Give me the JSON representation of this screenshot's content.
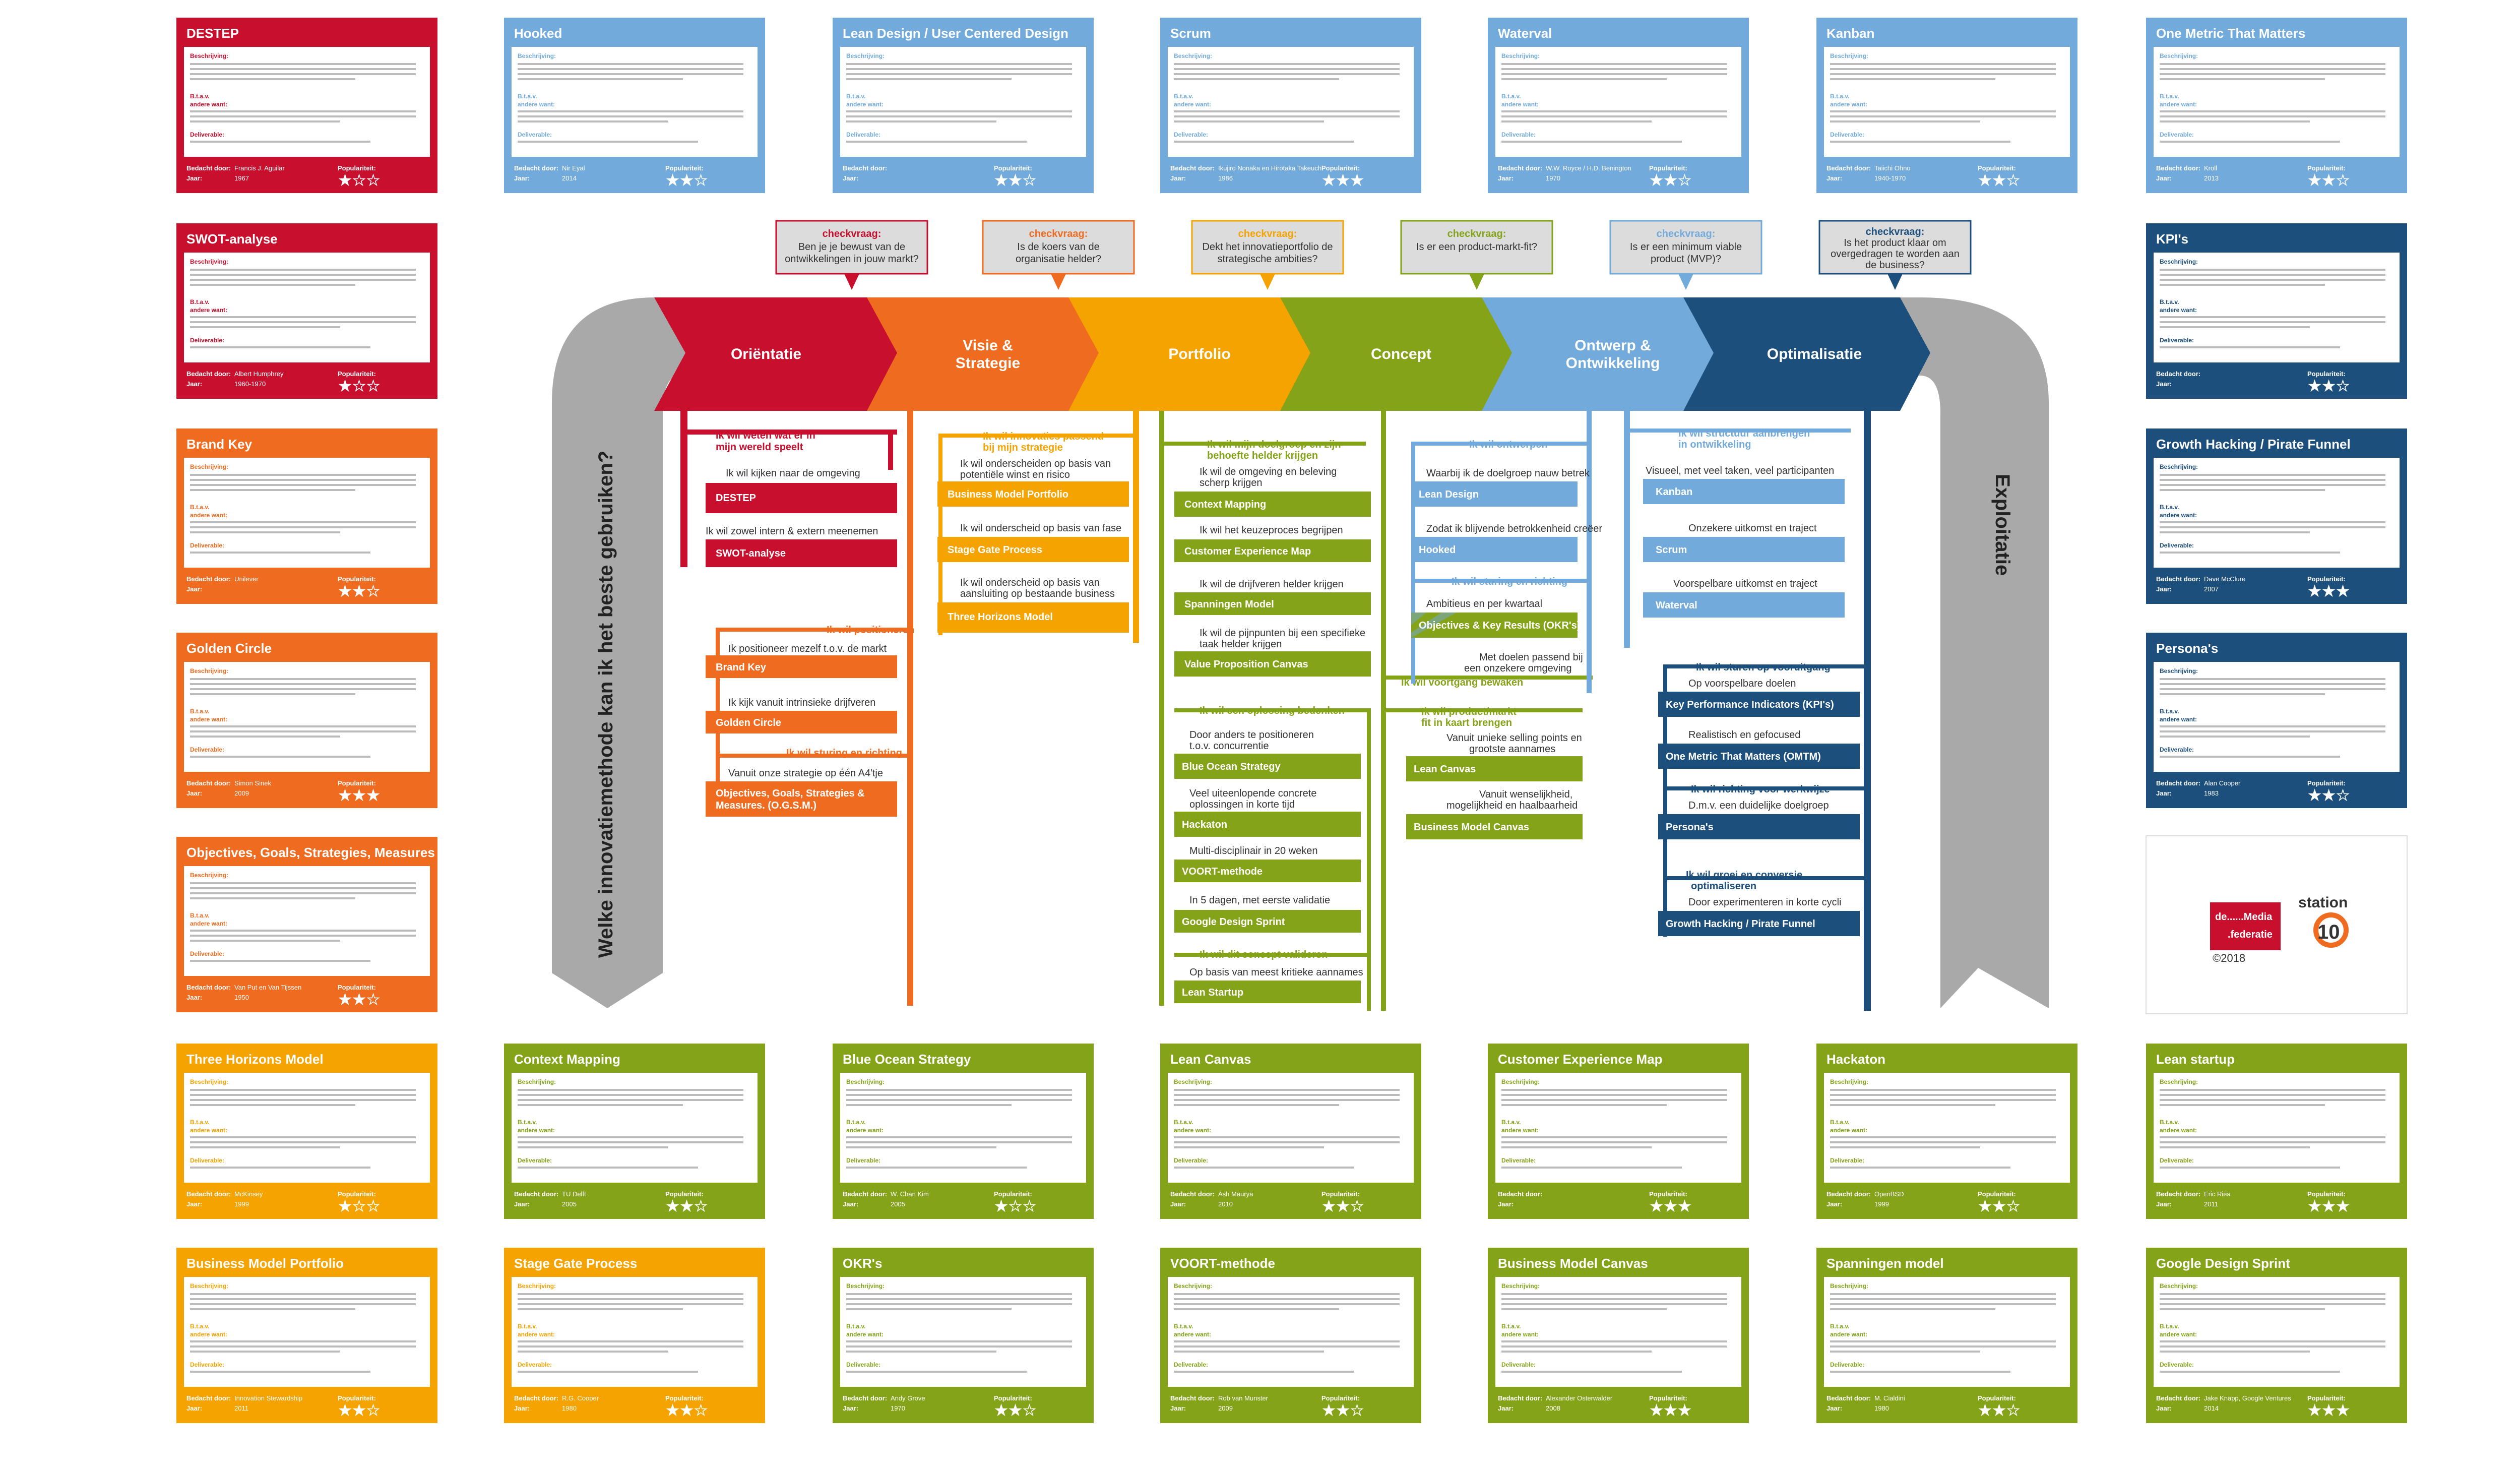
{
  "colors": {
    "red": "#c8102e",
    "orange": "#ef6b1f",
    "amber": "#f5a300",
    "lime": "#84a318",
    "lightblue": "#72aadb",
    "navy": "#1d4f7c",
    "gray": "#a9a9a9",
    "checkgray": "#dcdcdc"
  },
  "labels": {
    "beschrijving": "Beschrijving:",
    "bta": "B.t.a.v.",
    "andere_want": "andere want:",
    "deliverable": "Deliverable:",
    "bedacht_door": "Bedacht door:",
    "jaar": "Jaar:",
    "populariteit": "Populariteit:"
  },
  "cards": [
    {
      "id": "destep",
      "title": "DESTEP",
      "color": "red",
      "stars": 1,
      "author": "Francis J. Aguilar",
      "year": "1967"
    },
    {
      "id": "swot",
      "title": "SWOT-analyse",
      "color": "red",
      "stars": 1,
      "author": "Albert Humphrey",
      "year": "1960-1970"
    },
    {
      "id": "brandkey",
      "title": "Brand Key",
      "color": "orange",
      "stars": 2,
      "author": "Unilever",
      "year": ""
    },
    {
      "id": "goldencircle",
      "title": "Golden Circle",
      "color": "orange",
      "stars": 3,
      "author": "Simon Sinek",
      "year": "2009"
    },
    {
      "id": "ogsm",
      "title": "Objectives, Goals, Strategies, Measures",
      "color": "orange",
      "stars": 2,
      "author": "Van Put en Van Tijssen",
      "year": "1950"
    },
    {
      "id": "threehorizons",
      "title": "Three Horizons Model",
      "color": "amber",
      "stars": 1,
      "author": "McKinsey",
      "year": "1999"
    },
    {
      "id": "bmportfolio",
      "title": "Business Model Portfolio",
      "color": "amber",
      "stars": 2,
      "author": "Innovation Stewardship",
      "year": "2011"
    },
    {
      "id": "hooked",
      "title": "Hooked",
      "color": "lightblue",
      "stars": 2,
      "author": "Nir Eyal",
      "year": "2014"
    },
    {
      "id": "contextmapping",
      "title": "Context Mapping",
      "color": "lime",
      "stars": 2,
      "author": "TU Delft",
      "year": "2005"
    },
    {
      "id": "stagegate",
      "title": "Stage Gate Process",
      "color": "amber",
      "stars": 2,
      "author": "R.G. Cooper",
      "year": "1980"
    },
    {
      "id": "leandesign",
      "title": "Lean Design / User Centered Design",
      "color": "lightblue",
      "stars": 2,
      "author": "",
      "year": ""
    },
    {
      "id": "blueocean",
      "title": "Blue Ocean Strategy",
      "color": "lime",
      "stars": 1,
      "author": "W. Chan Kim",
      "year": "2005"
    },
    {
      "id": "okr",
      "title": "OKR's",
      "color": "lime",
      "stars": 2,
      "author": "Andy Grove",
      "year": "1970"
    },
    {
      "id": "scrum",
      "title": "Scrum",
      "color": "lightblue",
      "stars": 3,
      "author": "Ikujiro Nonaka en Hirotaka Takeuchi",
      "year": "1986"
    },
    {
      "id": "leancanvas",
      "title": "Lean Canvas",
      "color": "lime",
      "stars": 2,
      "author": "Ash Maurya",
      "year": "2010"
    },
    {
      "id": "voort",
      "title": "VOORT-methode",
      "color": "lime",
      "stars": 2,
      "author": "Rob van Munster",
      "year": "2009"
    },
    {
      "id": "waterval",
      "title": "Waterval",
      "color": "lightblue",
      "stars": 2,
      "author": "W.W. Royce / H.D. Benington",
      "year": "1970"
    },
    {
      "id": "cem",
      "title": "Customer Experience Map",
      "color": "lime",
      "stars": 3,
      "author": "",
      "year": ""
    },
    {
      "id": "bmcanvas",
      "title": "Business Model Canvas",
      "color": "lime",
      "stars": 3,
      "author": "Alexander Osterwalder",
      "year": "2008"
    },
    {
      "id": "kanban",
      "title": "Kanban",
      "color": "lightblue",
      "stars": 2,
      "author": "Taiichi Ohno",
      "year": "1940-1970"
    },
    {
      "id": "hackaton",
      "title": "Hackaton",
      "color": "lime",
      "stars": 2,
      "author": "OpenBSD",
      "year": "1999"
    },
    {
      "id": "spanningen",
      "title": "Spanningen model",
      "color": "lime",
      "stars": 2,
      "author": "M. Cialdini",
      "year": "1980"
    },
    {
      "id": "omtm",
      "title": "One Metric That Matters",
      "color": "lightblue",
      "stars": 2,
      "author": "Kroll",
      "year": "2013"
    },
    {
      "id": "kpis",
      "title": "KPI's",
      "color": "navy",
      "stars": 2,
      "author": "",
      "year": ""
    },
    {
      "id": "growthhacking",
      "title": "Growth Hacking / Pirate Funnel",
      "color": "navy",
      "stars": 3,
      "author": "Dave McClure",
      "year": "2007"
    },
    {
      "id": "personas",
      "title": "Persona's",
      "color": "navy",
      "stars": 2,
      "author": "Alan Cooper",
      "year": "1983"
    },
    {
      "id": "leanstartup",
      "title": "Lean startup",
      "color": "lime",
      "stars": 3,
      "author": "Eric Ries",
      "year": "2011"
    },
    {
      "id": "googlesprint",
      "title": "Google Design Sprint",
      "color": "lime",
      "stars": 3,
      "author": "Jake Knapp, Google Ventures",
      "year": "2014"
    }
  ],
  "checkvragen": {
    "label": "checkvraag:",
    "items": [
      {
        "id": "cv1",
        "color": "red",
        "line1": "Ben je je bewust van de",
        "line2": "ontwikkelingen in jouw markt?"
      },
      {
        "id": "cv2",
        "color": "orange",
        "line1": "Is de koers van de",
        "line2": "organisatie helder?"
      },
      {
        "id": "cv3",
        "color": "amber",
        "line1": "Dekt het innovatieportfolio de",
        "line2": "strategische ambities?"
      },
      {
        "id": "cv4",
        "color": "lime",
        "line1": "Is er een product-markt-fit?",
        "line2": ""
      },
      {
        "id": "cv5",
        "color": "lightblue",
        "line1": "Is er een minimum viable",
        "line2": "product (MVP)?"
      },
      {
        "id": "cv6",
        "color": "navy",
        "line1": "Is het product klaar om",
        "line2": "overgedragen te worden aan",
        "line3": "de business?"
      }
    ]
  },
  "phases": [
    {
      "id": "orientatie",
      "line1": "Oriëntatie",
      "line2": "",
      "color": "red"
    },
    {
      "id": "visie",
      "line1": "Visie &",
      "line2": "Strategie",
      "color": "orange"
    },
    {
      "id": "portfolio",
      "line1": "Portfolio",
      "line2": "",
      "color": "amber"
    },
    {
      "id": "concept",
      "line1": "Concept",
      "line2": "",
      "color": "lime"
    },
    {
      "id": "ontwerp",
      "line1": "Ontwerp &",
      "line2": "Ontwikkeling",
      "color": "lightblue"
    },
    {
      "id": "optimalisatie",
      "line1": "Optimalisatie",
      "line2": "",
      "color": "navy"
    }
  ],
  "side_labels": {
    "left": "Welke innovatiemethode kan ik het beste gebruiken?",
    "right": "Exploitatie"
  },
  "flow": {
    "red": {
      "heading1": "Ik wil weten wat er in",
      "heading2": "mijn wereld speelt",
      "q1": "Ik wil kijken naar de omgeving",
      "b1": "DESTEP",
      "q2": "Ik wil zowel intern & extern meenemen",
      "b2": "SWOT-analyse"
    },
    "orange": {
      "heading1": "Ik wil positioneren",
      "q1": "Ik positioneer mezelf t.o.v. de markt",
      "b1": "Brand Key",
      "q2": "Ik kijk vanuit intrinsieke drijfveren",
      "b2": "Golden Circle",
      "heading2": "Ik wil sturing en richting",
      "q3": "Vanuit onze strategie op één A4'tje",
      "b3a": "Objectives, Goals, Strategies &",
      "b3b": "Measures. (O.G.S.M.)"
    },
    "amber": {
      "heading1": "Ik wil innovaties passend",
      "heading2": "bij mijn strategie",
      "q1a": "Ik wil onderscheiden op basis van",
      "q1b": "potentiële winst en risico",
      "b1": "Business Model Portfolio",
      "q2": "Ik wil onderscheid op basis van fase",
      "b2": "Stage Gate Process",
      "q3a": "Ik wil onderscheid op basis van",
      "q3b": "aansluiting op bestaande business",
      "b3": "Three Horizons Model"
    },
    "lime1": {
      "heading1": "Ik wil mijn doelgroep en zijn",
      "heading2": "behoefte helder krijgen",
      "q1a": "Ik wil de omgeving en beleving",
      "q1b": "scherp krijgen",
      "b1": "Context Mapping",
      "q2": "Ik wil het keuzeproces begrijpen",
      "b2": "Customer Experience Map",
      "q3": "Ik wil de drijfveren helder krijgen",
      "b3": "Spanningen Model",
      "q4a": "Ik wil de pijnpunten bij een specifieke",
      "q4b": "taak helder krijgen",
      "b4": "Value Proposition Canvas"
    },
    "lime2": {
      "heading1": "Ik wil een oplossing bedenken",
      "q1a": "Door anders te positioneren",
      "q1b": "t.o.v. concurrentie",
      "b1": "Blue Ocean Strategy",
      "q2a": "Veel uiteenlopende concrete",
      "q2b": "oplossingen in korte tijd",
      "b2": "Hackaton",
      "q3": "Multi-disciplinair in 20 weken",
      "b3": "VOORT-methode",
      "q4": "In 5 dagen, met eerste validatie",
      "b4": "Google Design Sprint",
      "heading2": "Ik wil dit concept valideren",
      "q5": "Op basis van meest kritieke aannames",
      "b5": "Lean Startup"
    },
    "lime3": {
      "heading1": "Ik wil voortgang bewaken",
      "heading2a": "Ik wil product/markt",
      "heading2b": "fit in kaart brengen",
      "q1a": "Vanuit unieke selling points en",
      "q1b": "grootste aannames",
      "b1": "Lean Canvas",
      "q2a": "Vanuit wenselijkheid,",
      "q2b": "mogelijkheid en haalbaarheid",
      "b2": "Business Model Canvas"
    },
    "blue1": {
      "heading1": "Ik wil ontwerpen",
      "q1": "Waarbij ik de doelgroep nauw betrek",
      "b1": "Lean Design",
      "q2": "Zodat ik blijvende betrokkenheid creëer",
      "b2": "Hooked",
      "heading2": "Ik wil sturing en richting",
      "q3": "Ambitieus en per kwartaal",
      "b3": "Objectives & Key Results (OKR's)",
      "q4a": "Met doelen passend bij",
      "q4b": "een onzekere omgeving"
    },
    "blue2": {
      "heading1": "Ik wil structuur aanbrengen",
      "heading2": "in ontwikkeling",
      "q1": "Visueel, met veel taken, veel participanten",
      "b1": "Kanban",
      "q2": "Onzekere uitkomst en traject",
      "b2": "Scrum",
      "q3": "Voorspelbare uitkomst en traject",
      "b3": "Waterval"
    },
    "navy": {
      "heading1": "Ik wil sturen op vooruitgang",
      "q1": "Op voorspelbare doelen",
      "b1": "Key Performance Indicators (KPI's)",
      "q2a": "Realistisch en gefocused",
      "b2": "One Metric That Matters (OMTM)",
      "heading2": "Ik wil richting voor werkwijze",
      "q3": "D.m.v. een duidelijke doelgroep",
      "b3": "Persona's",
      "heading3a": "Ik wil groei en conversie",
      "heading3b": "optimaliseren",
      "q4": "Door experimenteren in korte cycli",
      "b4": "Growth Hacking / Pirate Funnel"
    }
  },
  "logo": {
    "brand1a": "de......Media",
    "brand1b": ".federatie",
    "brand2": "station",
    "brand2num": "10",
    "copyright": "©2018"
  }
}
